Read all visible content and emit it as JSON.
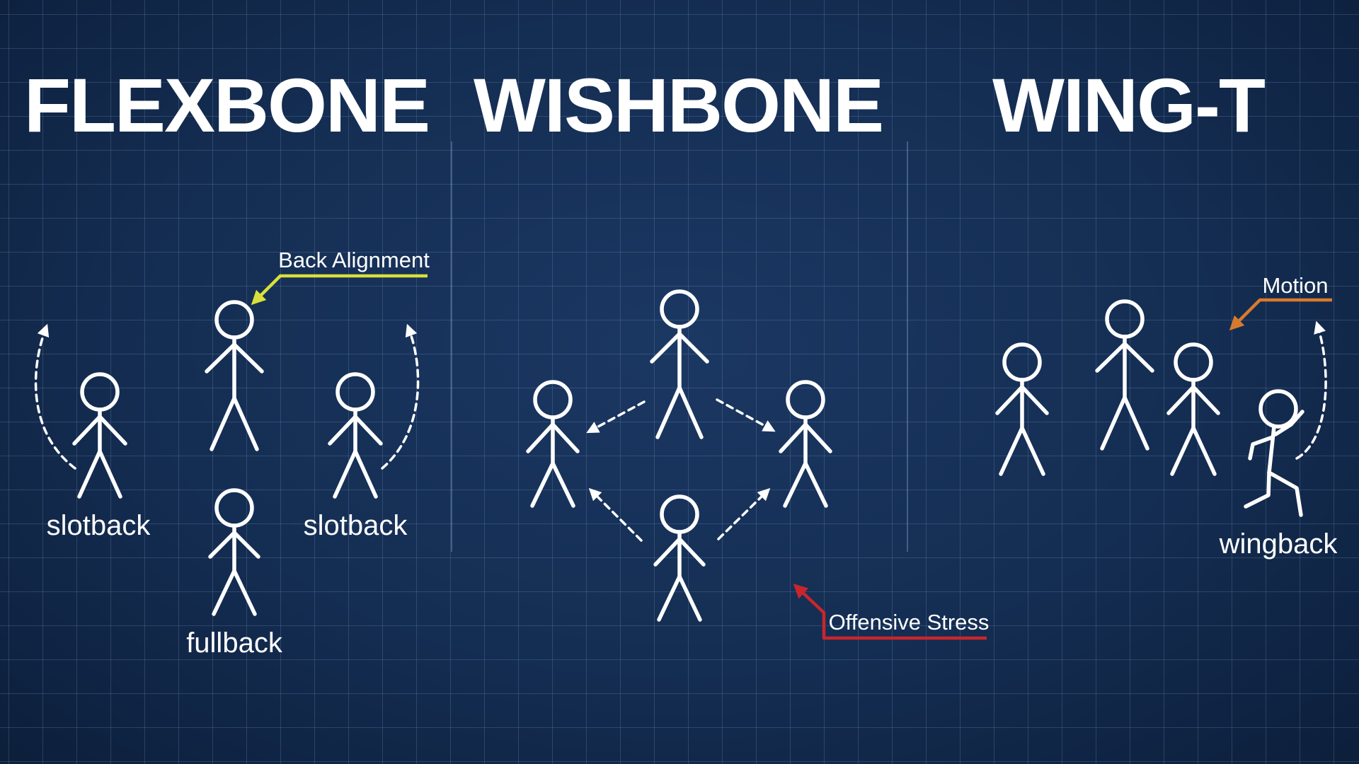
{
  "titles": {
    "flexbone": "FLEXBONE",
    "wishbone": "WISHBONE",
    "wingt": "WING-T"
  },
  "flexbone": {
    "slotback_left": "slotback",
    "slotback_right": "slotback",
    "fullback": "fullback",
    "annotation": "Back Alignment"
  },
  "wishbone": {
    "annotation": "Offensive Stress"
  },
  "wingt": {
    "wingback": "wingback",
    "annotation": "Motion"
  },
  "colors": {
    "background": "#142d52",
    "grid": "#8caad2",
    "figure": "#ffffff",
    "back_alignment_arrow": "#d9e03a",
    "offensive_stress_arrow": "#c8262c",
    "motion_arrow": "#d87a2e"
  },
  "icons": {
    "arrow_back_alignment": "arrow-down-left-icon",
    "arrow_offensive_stress": "arrow-up-left-icon",
    "arrow_motion": "arrow-down-left-icon"
  }
}
